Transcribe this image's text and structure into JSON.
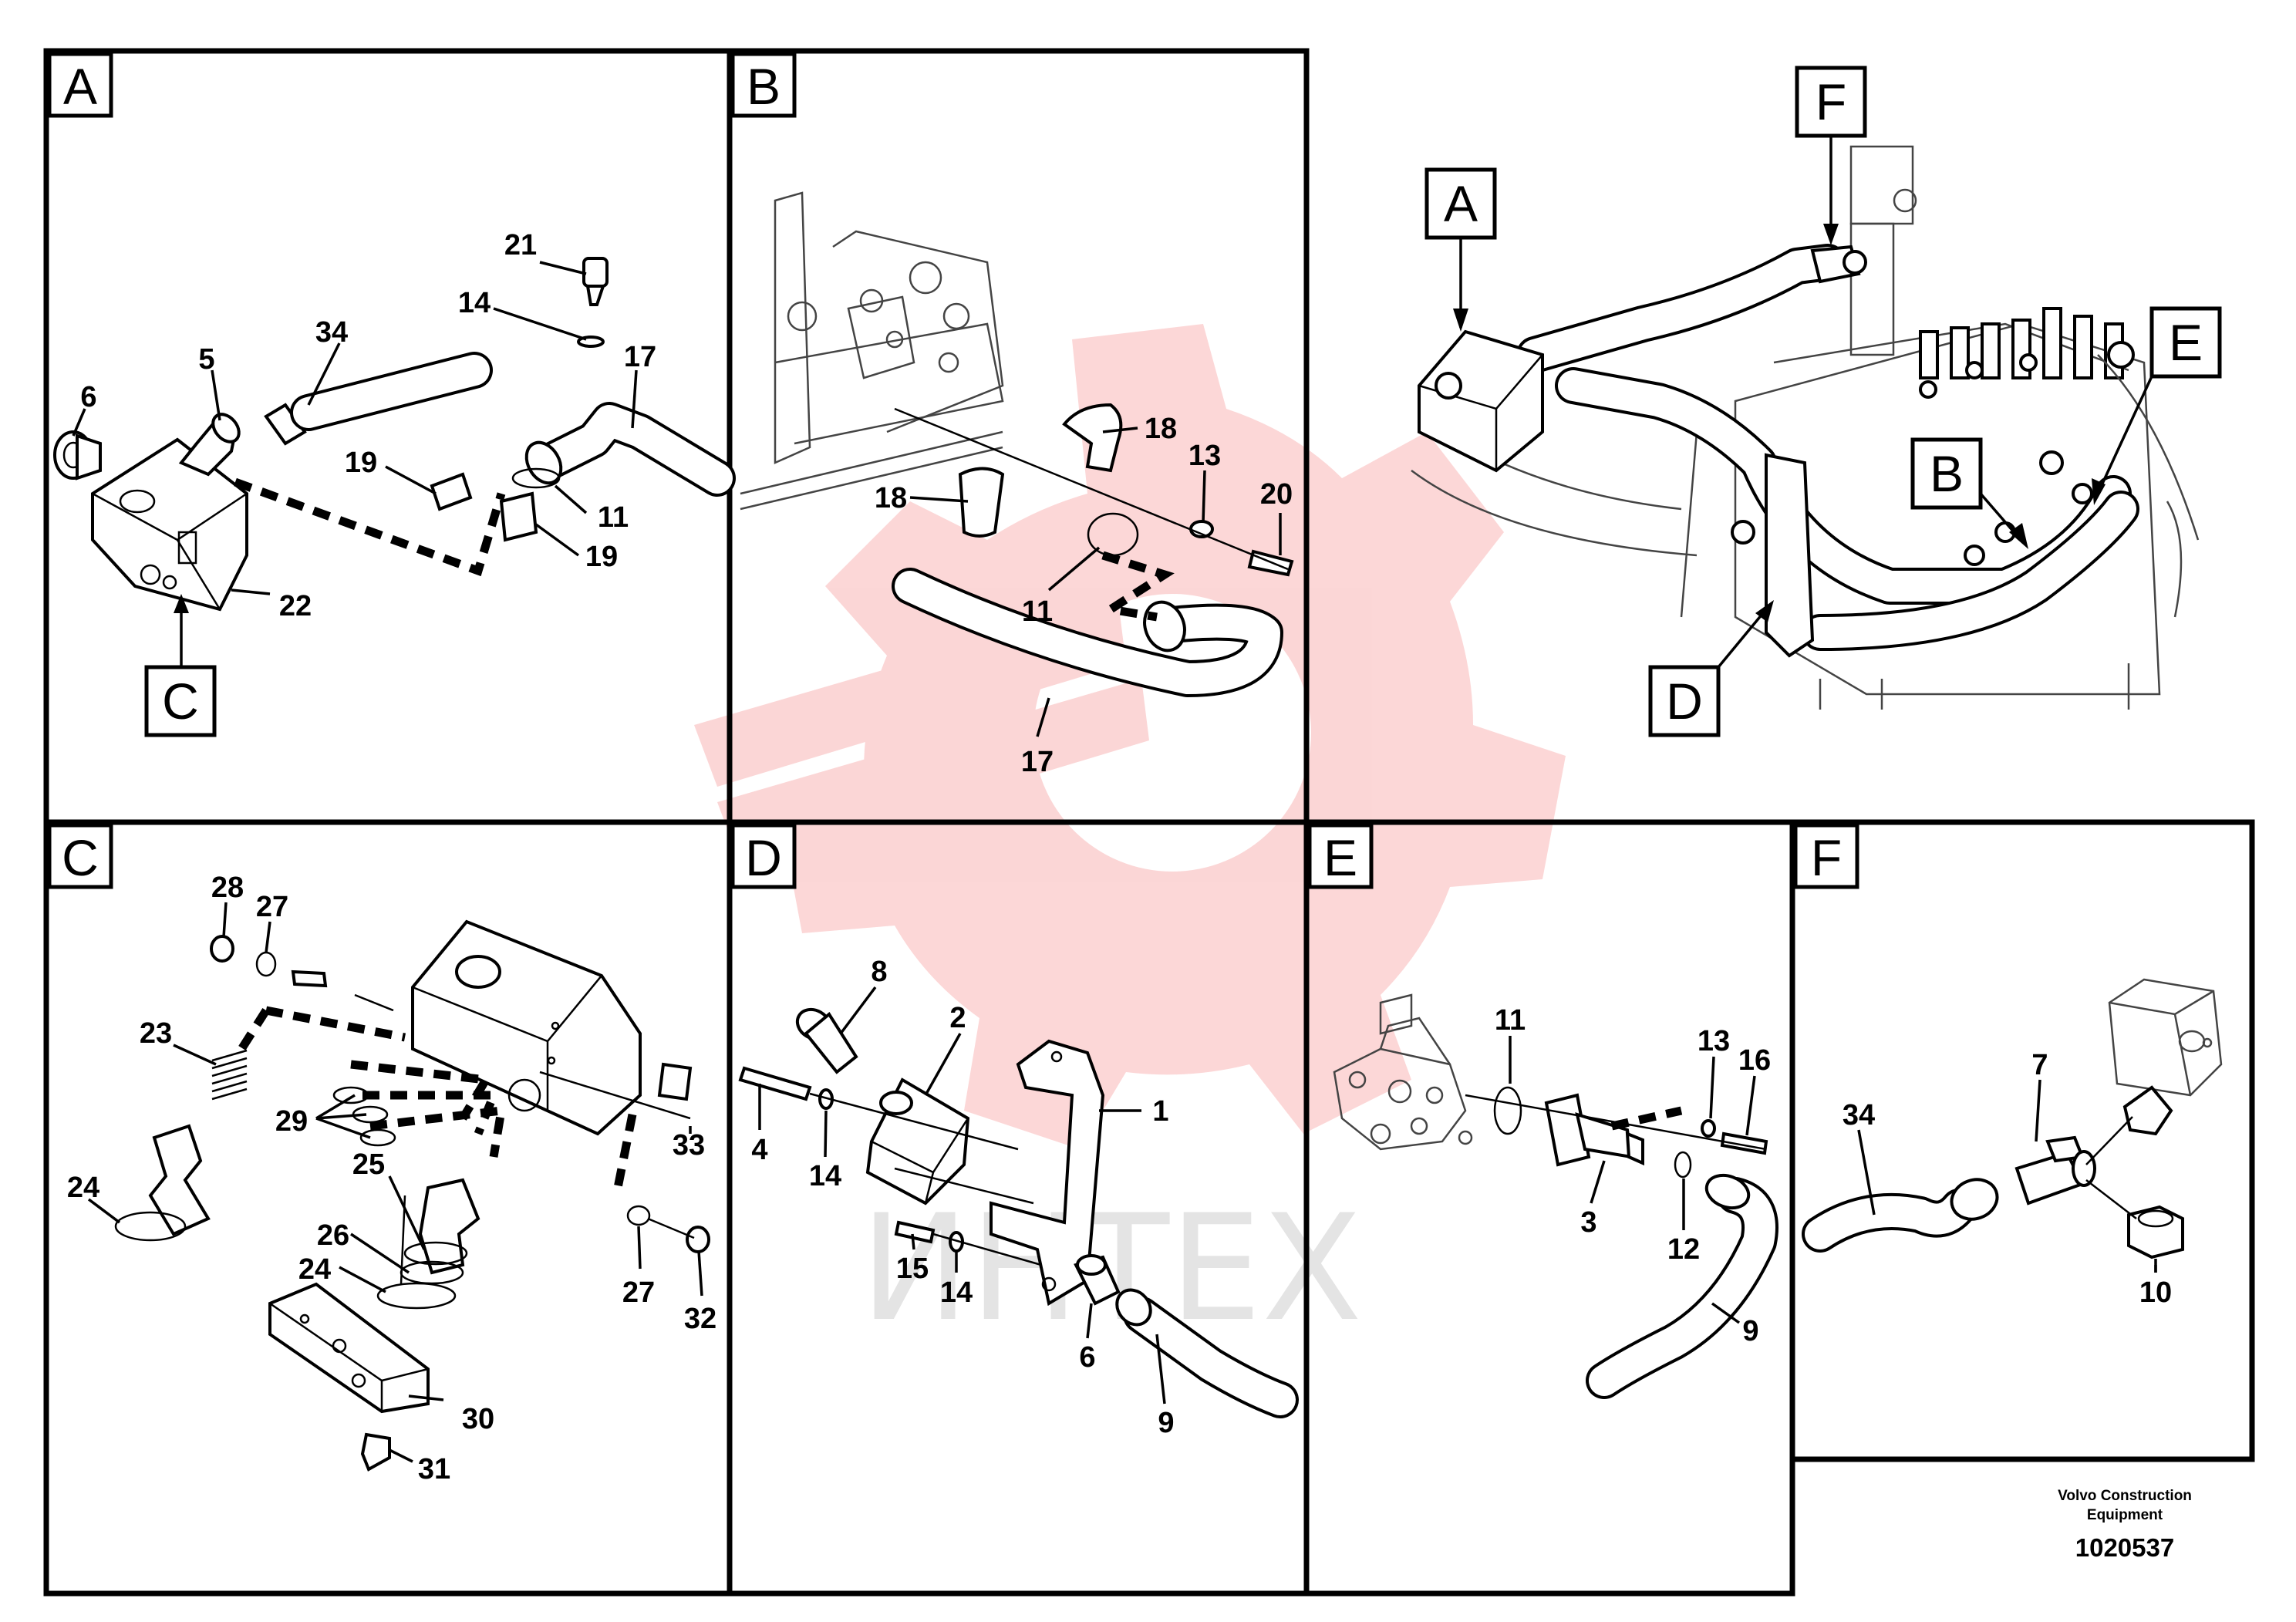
{
  "panels": {
    "A": {
      "tag": "A",
      "labels": {
        "n6": "6",
        "n5": "5",
        "n34": "34",
        "n21": "21",
        "n14": "14",
        "n17": "17",
        "n19a": "19",
        "n11": "11",
        "n19b": "19",
        "n22": "22",
        "n_c": "C"
      }
    },
    "B": {
      "tag": "B",
      "labels": {
        "n18a": "18",
        "n13": "13",
        "n20": "20",
        "n18b": "18",
        "n11": "11",
        "n17": "17"
      }
    },
    "C": {
      "tag": "C",
      "labels": {
        "n28": "28",
        "n27a": "27",
        "n23": "23",
        "n29": "29",
        "n24a": "24",
        "n25": "25",
        "n26": "26",
        "n24b": "24",
        "n33": "33",
        "n27b": "27",
        "n32": "32",
        "n30": "30",
        "n31": "31"
      }
    },
    "D": {
      "tag": "D",
      "labels": {
        "n8": "8",
        "n2": "2",
        "n1": "1",
        "n4": "4",
        "n14a": "14",
        "n15": "15",
        "n14b": "14",
        "n6": "6",
        "n9": "9"
      }
    },
    "E": {
      "tag": "E",
      "labels": {
        "n11": "11",
        "n13": "13",
        "n16": "16",
        "n3": "3",
        "n12": "12",
        "n9": "9"
      }
    },
    "F": {
      "tag": "F",
      "labels": {
        "n34": "34",
        "n7": "7",
        "n10": "10"
      }
    },
    "overview": {
      "callouts": {
        "A": "A",
        "F": "F",
        "E": "E",
        "B": "B",
        "D": "D"
      }
    }
  },
  "watermark": "ИНТЕХ",
  "footer": {
    "company_line1": "Volvo Construction",
    "company_line2": "Equipment",
    "doc_number": "1020537"
  },
  "colors": {
    "watermark_red": "#f04848",
    "watermark_grey": "#cfcfcf",
    "line": "#000000"
  }
}
